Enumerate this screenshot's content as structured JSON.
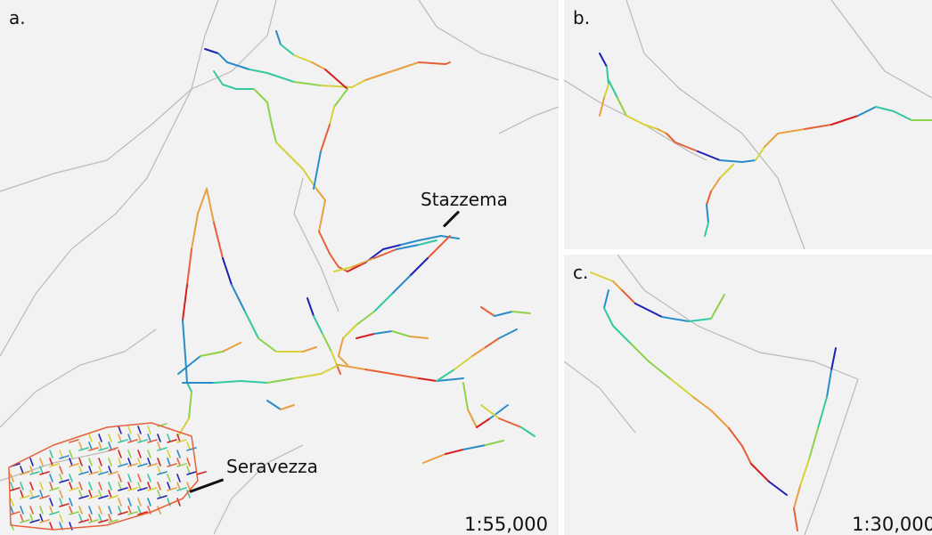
{
  "panels": {
    "a": {
      "label": "a.",
      "scale": "1:55,000"
    },
    "b": {
      "label": "b."
    },
    "c": {
      "label": "c.",
      "scale": "1:30,000"
    }
  },
  "towns": {
    "stazzema": "Stazzema",
    "seravezza": "Seravezza"
  },
  "colors": {
    "background": "#f2f2f2",
    "boundary": "#b9b9b9",
    "palette": [
      "#1e22b4",
      "#2a8cc8",
      "#36c8a0",
      "#8ed24a",
      "#d6d23a",
      "#e8a040",
      "#e8603a",
      "#d42020"
    ]
  }
}
